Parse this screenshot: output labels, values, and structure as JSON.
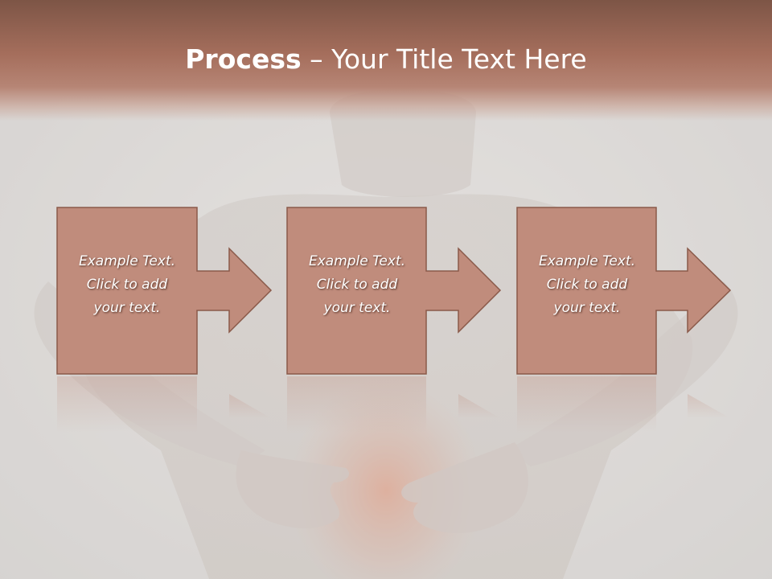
{
  "slide": {
    "title_bold": "Process",
    "title_rest": " – Your Title Text Here"
  },
  "steps": [
    {
      "line1": "Example Text.",
      "line2": "Click  to add",
      "line3": "your text."
    },
    {
      "line1": "Example Text.",
      "line2": "Click  to add",
      "line3": "your text."
    },
    {
      "line1": "Example Text.",
      "line2": "Click  to add",
      "line3": "your text."
    }
  ],
  "colors": {
    "title_band": "#a56e5c",
    "box_fill": "#c08c7c",
    "box_stroke": "#8a5a4a",
    "background": "#dcdad8"
  }
}
